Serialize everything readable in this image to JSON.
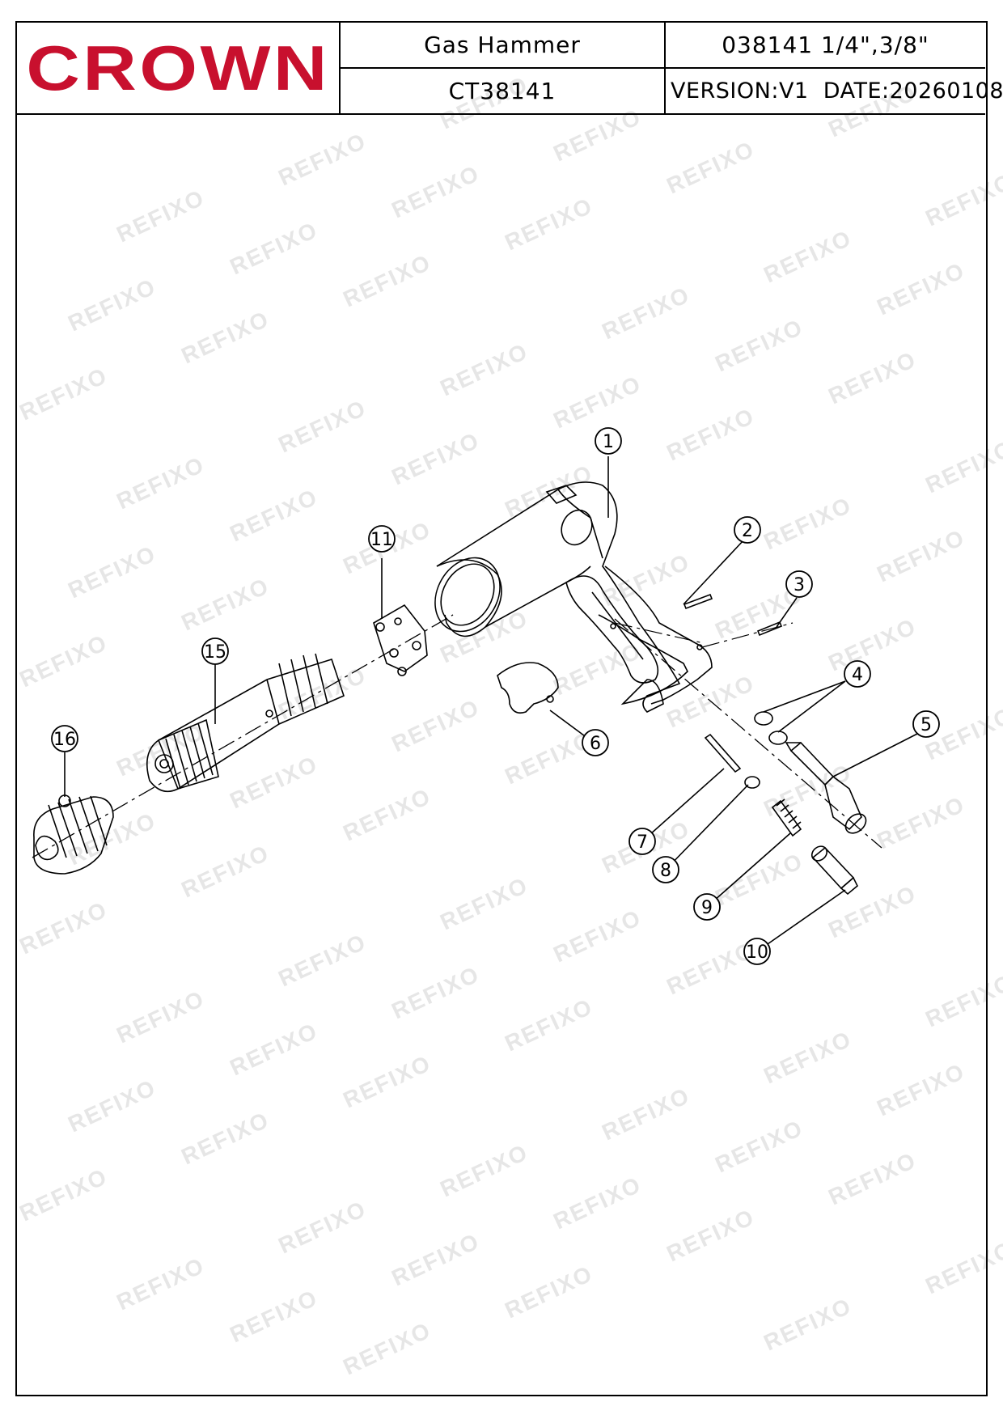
{
  "header": {
    "logo_text": "CROWN",
    "product_name": "Gas Hammer",
    "product_code": "038141  1/4\",3/8\"",
    "model": "CT38141",
    "version": "VERSION:V1",
    "date": "DATE:20260108"
  },
  "watermark_text": "REFIXO",
  "callouts": [
    "1",
    "2",
    "3",
    "4",
    "5",
    "6",
    "7",
    "8",
    "9",
    "10",
    "11",
    "15",
    "16"
  ],
  "colors": {
    "logo": "#c8102e",
    "line": "#000000",
    "watermark": "#e6e6e6"
  }
}
